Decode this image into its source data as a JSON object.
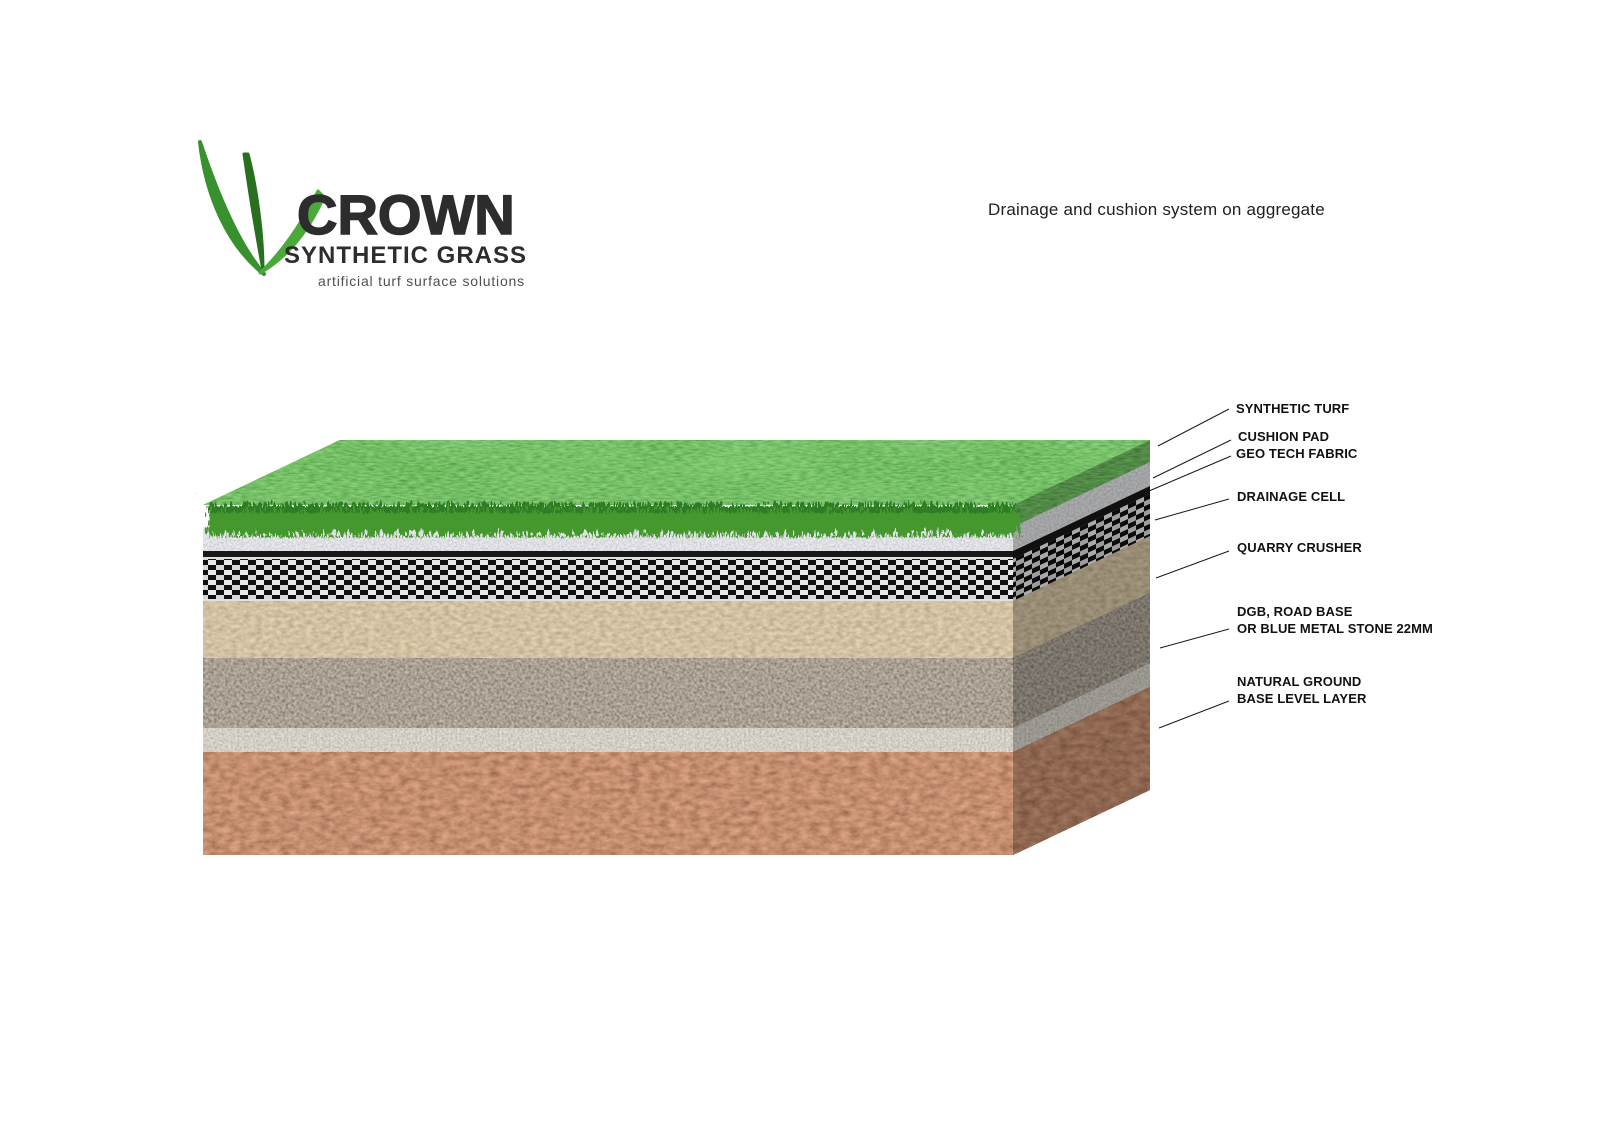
{
  "header": {
    "title": "Drainage and cushion system on aggregate"
  },
  "logo": {
    "name": "CROWN",
    "subtitle": "SYNTHETIC GRASS",
    "tagline": "artificial turf surface solutions",
    "icon": "grass-blades-icon",
    "brand_green": "#3b9330"
  },
  "diagram": {
    "labels": [
      {
        "text": "SYNTHETIC TURF"
      },
      {
        "text": "CUSHION PAD"
      },
      {
        "text": "GEO TECH FABRIC"
      },
      {
        "text": "DRAINAGE CELL"
      },
      {
        "text": "QUARRY CRUSHER"
      },
      {
        "text": "DGB, ROAD BASE\nOR BLUE METAL STONE 22MM"
      },
      {
        "text": "NATURAL GROUND\nBASE LEVEL LAYER"
      }
    ],
    "layers": [
      {
        "name": "synthetic-turf",
        "color": "#4e9c39"
      },
      {
        "name": "cushion-pad",
        "color": "#c4c4c4"
      },
      {
        "name": "geo-tech-fabric",
        "color": "#181818"
      },
      {
        "name": "drainage-cell",
        "color": "#101010",
        "pattern": "black-white-checker"
      },
      {
        "name": "quarry-crusher",
        "color": "#a88c60"
      },
      {
        "name": "dgb-road-base",
        "color": "#584e44"
      },
      {
        "name": "natural-ground",
        "color": "#7c3e22"
      }
    ]
  }
}
